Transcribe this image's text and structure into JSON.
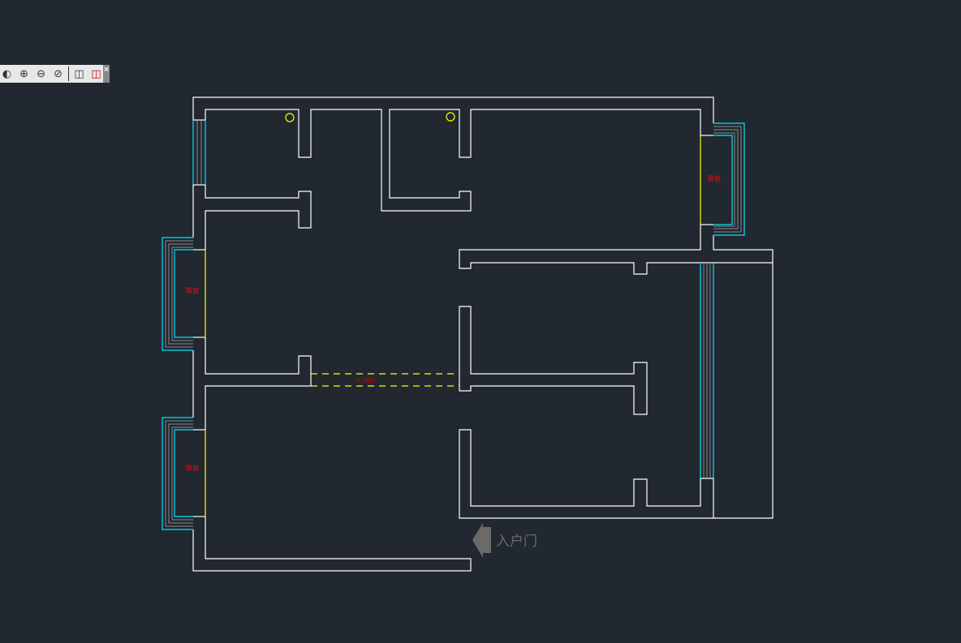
{
  "toolbar": {
    "buttons": [
      {
        "icon": "orbit-icon"
      },
      {
        "icon": "globe-add-icon"
      },
      {
        "icon": "globe-remove-icon"
      },
      {
        "icon": "globe-slash-icon"
      },
      {
        "icon": "cube-icon"
      },
      {
        "icon": "cube-delete-icon"
      }
    ],
    "close_label": "×"
  },
  "plan": {
    "bay_window_labels": [
      "飘窗",
      "飘窗",
      "飘窗"
    ],
    "beam_label": "lx:380",
    "entrance_label": "入户门"
  },
  "colors": {
    "background": "#212830",
    "walls": "#ffffff",
    "windows": "#00e5ff",
    "window_lines": "#8a8a8a",
    "beam": "#ffff00",
    "labels": "#ff0000",
    "entrance": "#6a6a6a"
  }
}
